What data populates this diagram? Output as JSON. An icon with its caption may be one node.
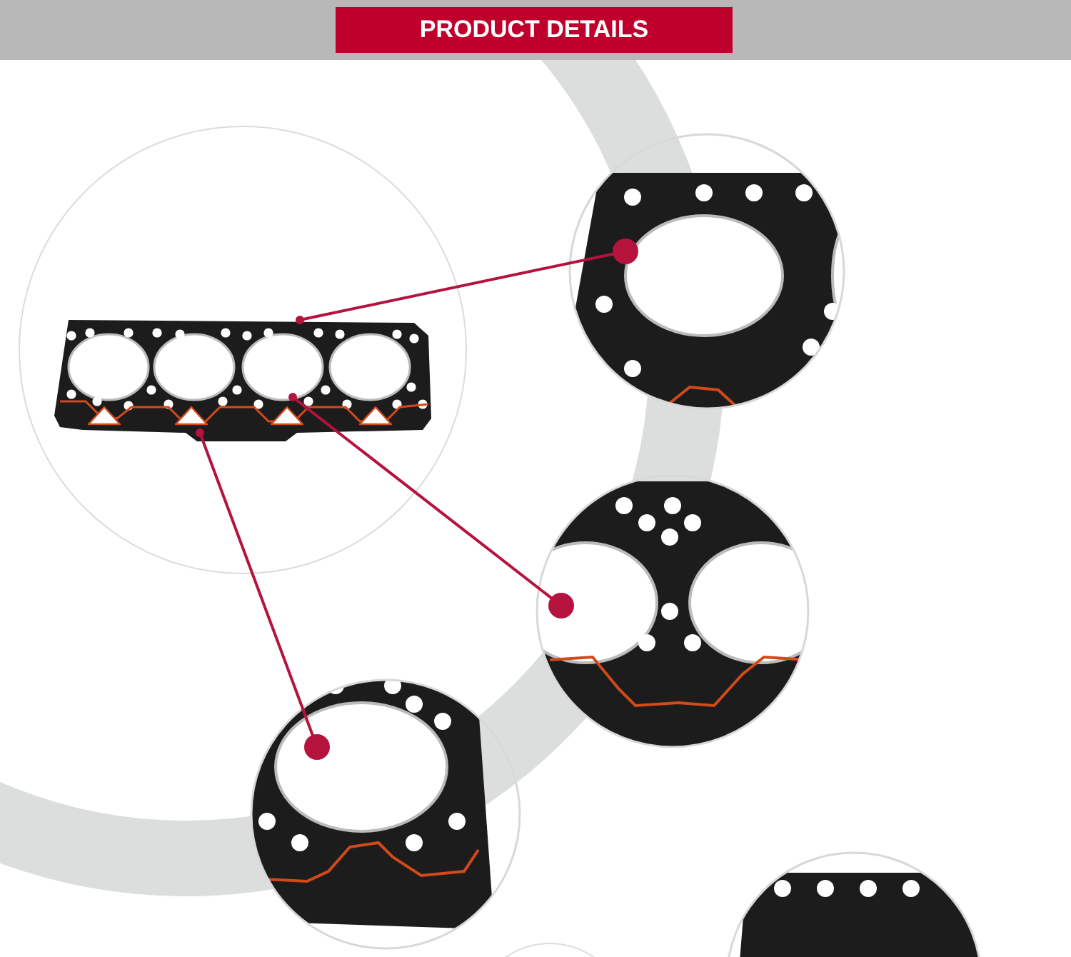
{
  "diagram": {
    "title": "PRODUCT DETAILS",
    "nodes": [
      {
        "text": [],
        "shape": "circle"
      },
      {
        "text": [],
        "shape": "picture",
        "in": 0
      },
      {
        "text": [],
        "shape": "picture"
      },
      {
        "text": [],
        "shape": "picture"
      },
      {
        "text": [],
        "shape": "picture"
      },
      {
        "text": [],
        "shape": "picture"
      },
      {
        "text": [],
        "shape": "circle"
      }
    ],
    "edges": [
      {
        "from": 1,
        "to": 2,
        "arrow": "other"
      },
      {
        "from": 1,
        "to": 3,
        "arrow": "other"
      },
      {
        "from": 1,
        "to": 4,
        "arrow": "other"
      }
    ]
  }
}
